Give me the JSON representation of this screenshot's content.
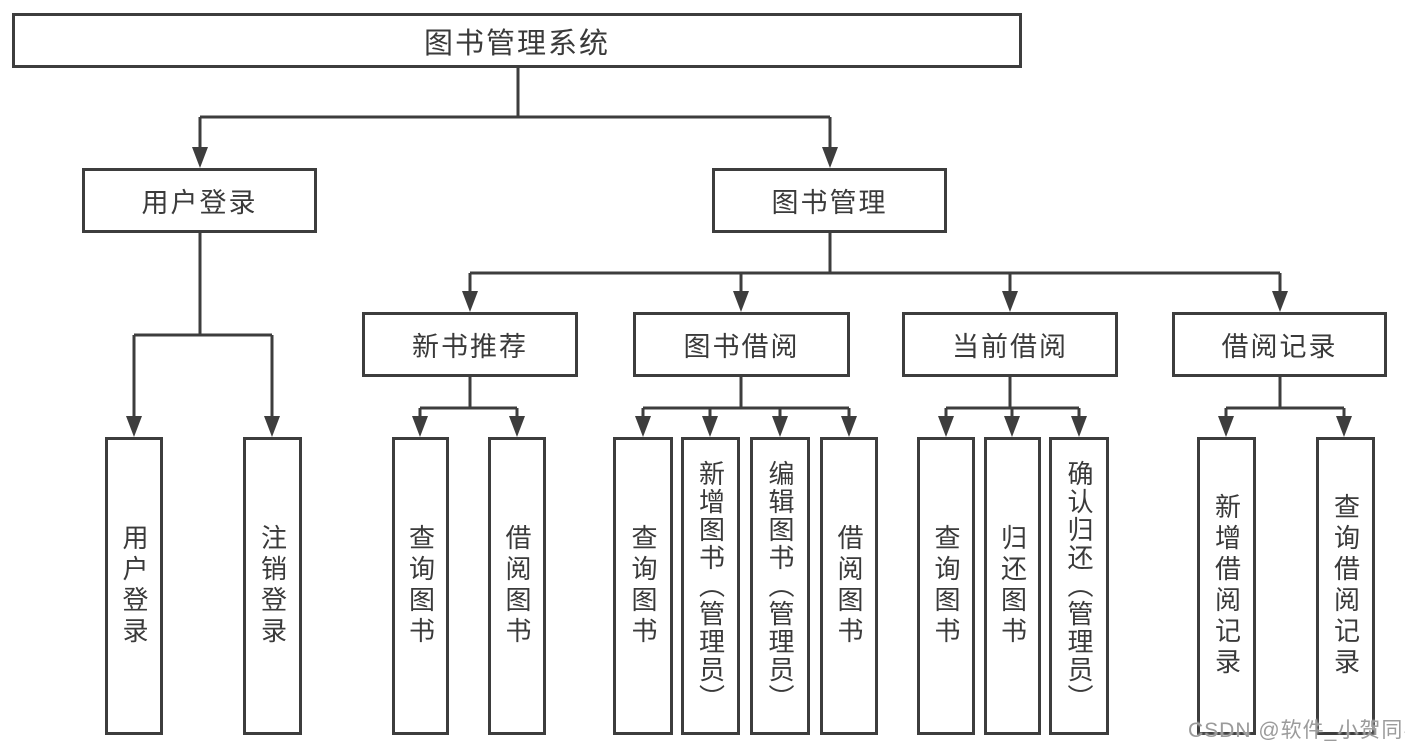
{
  "diagram": {
    "root": {
      "label": "图书管理系统"
    },
    "level2": [
      {
        "label": "用户登录"
      },
      {
        "label": "图书管理"
      }
    ],
    "level3": [
      {
        "label": "新书推荐"
      },
      {
        "label": "图书借阅"
      },
      {
        "label": "当前借阅"
      },
      {
        "label": "借阅记录"
      }
    ],
    "leaves": [
      {
        "label": "用户登录"
      },
      {
        "label": "注销登录"
      },
      {
        "label": "查询图书"
      },
      {
        "label": "借阅图书"
      },
      {
        "label": "查询图书"
      },
      {
        "label": "新增图书（管理员）"
      },
      {
        "label": "编辑图书（管理员）"
      },
      {
        "label": "借阅图书"
      },
      {
        "label": "查询图书"
      },
      {
        "label": "归还图书"
      },
      {
        "label": "确认归还（管理员）"
      },
      {
        "label": "新增借阅记录"
      },
      {
        "label": "查询借阅记录"
      }
    ]
  },
  "watermark": {
    "text": "CSDN @软件_小贺同学"
  },
  "colors": {
    "line": "#3d3d3d",
    "text": "#3a3a3a",
    "box_bg": "#ffffff",
    "watermark": "#9b9b9b",
    "background": "#ffffff"
  }
}
